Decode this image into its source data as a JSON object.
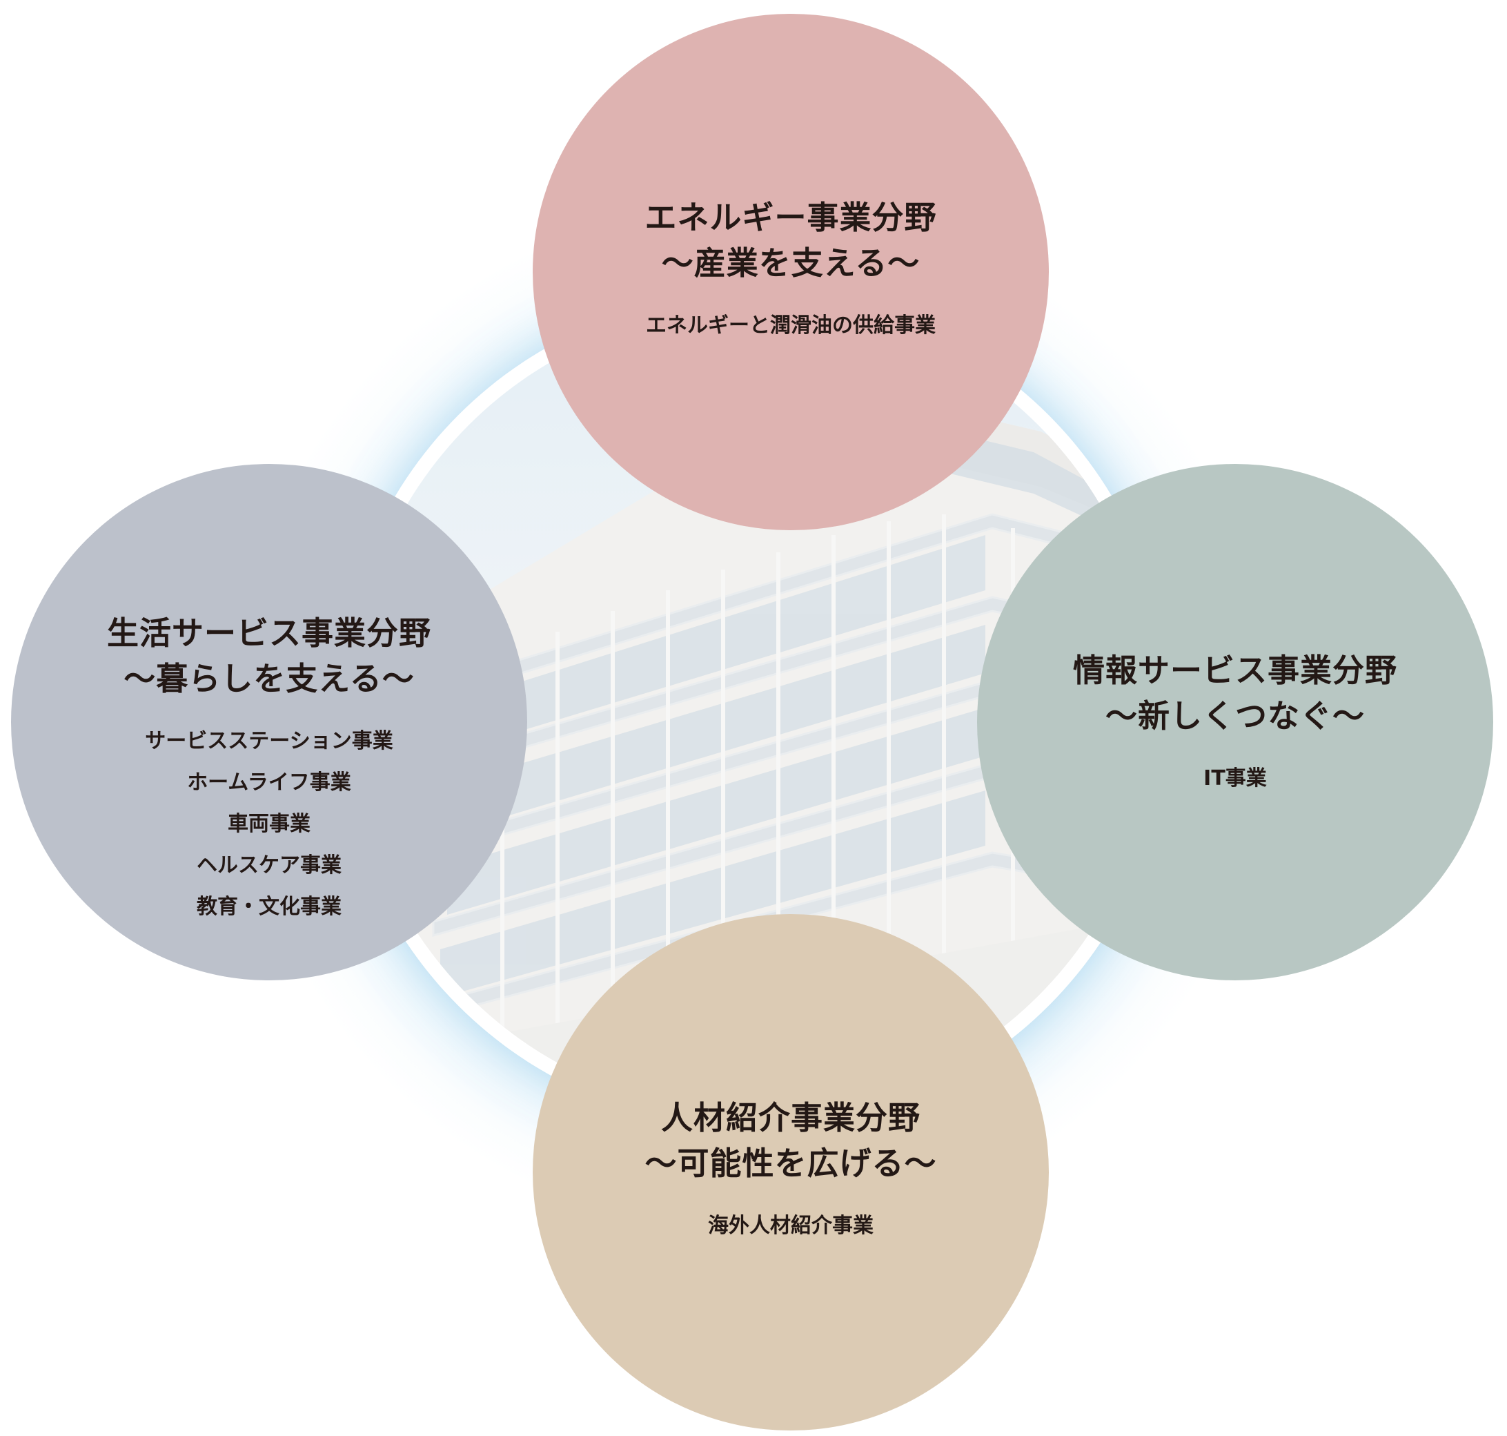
{
  "fields": {
    "energy": {
      "title": "エネルギー事業分野",
      "subtitle": "〜産業を支える〜",
      "items": [
        "エネルギーと潤滑油の供給事業"
      ],
      "color": "#deb3b1"
    },
    "life": {
      "title": "生活サービス事業分野",
      "subtitle": "〜暮らしを支える〜",
      "items": [
        "サービスステーション事業",
        "ホームライフ事業",
        "車両事業",
        "ヘルスケア事業",
        "教育・文化事業"
      ],
      "color": "#bcc1cb"
    },
    "info": {
      "title": "情報サービス事業分野",
      "subtitle": "〜新しくつなぐ〜",
      "items": [
        "IT事業"
      ],
      "color": "#b8c7c3"
    },
    "hr": {
      "title": "人材紹介事業分野",
      "subtitle": "〜可能性を広げる〜",
      "items": [
        "海外人材紹介事業"
      ],
      "color": "#dccbb4"
    }
  }
}
